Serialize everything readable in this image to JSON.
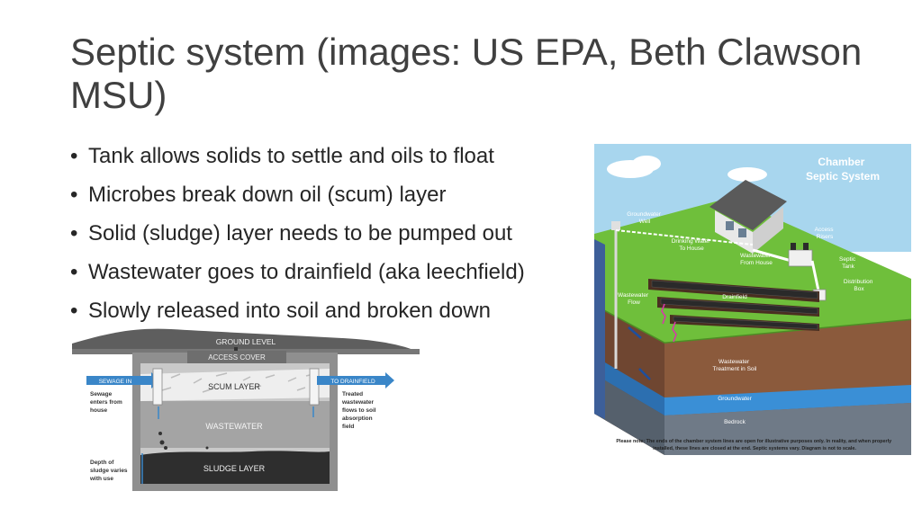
{
  "slide": {
    "title": "Septic system (images: US EPA, Beth Clawson MSU)",
    "bullets": [
      "Tank allows solids to settle and oils to float",
      "Microbes break down oil (scum) layer",
      "Solid (sludge) layer needs to be pumped out",
      "Wastewater goes to drainfield (aka leechfield)",
      "Slowly released into soil and broken down"
    ]
  },
  "tank_diagram": {
    "ground_level": "GROUND LEVEL",
    "access_cover": "ACCESS COVER",
    "scum_layer": "SCUM LAYER",
    "wastewater": "WASTEWATER",
    "sludge_layer": "SLUDGE LAYER",
    "sewage_in": "SEWAGE IN",
    "to_drainfield": "TO DRAINFIELD",
    "sewage_note": [
      "Sewage",
      "enters from",
      "house"
    ],
    "treated_note": [
      "Treated",
      "wastewater",
      "flows to soil",
      "absorption",
      "field"
    ],
    "depth_note": [
      "Depth of",
      "sludge varies",
      "with use"
    ]
  },
  "chamber_diagram": {
    "title": [
      "Chamber",
      "Septic System"
    ],
    "groundwater_well": [
      "Groundwater",
      "Well"
    ],
    "drinking_water": [
      "Drinking Water",
      "To House"
    ],
    "wastewater_from_house": [
      "Wastewater",
      "From House"
    ],
    "access_risers": [
      "Access",
      "Risers"
    ],
    "septic_tank": [
      "Septic",
      "Tank"
    ],
    "distribution_box": [
      "Distribution",
      "Box"
    ],
    "wastewater_flow": [
      "Wastewater",
      "Flow"
    ],
    "drainfield": "Drainfield",
    "wastewater_treatment": [
      "Wastewater",
      "Treatment in Soil"
    ],
    "groundwater": "Groundwater",
    "bedrock": "Bedrock",
    "note": [
      "Please note: The ends of the chamber system lines are open for illustrative purposes only. In reality, and when properly",
      "installed, these lines are closed at the end. Septic systems vary. Diagram is not to scale."
    ]
  }
}
